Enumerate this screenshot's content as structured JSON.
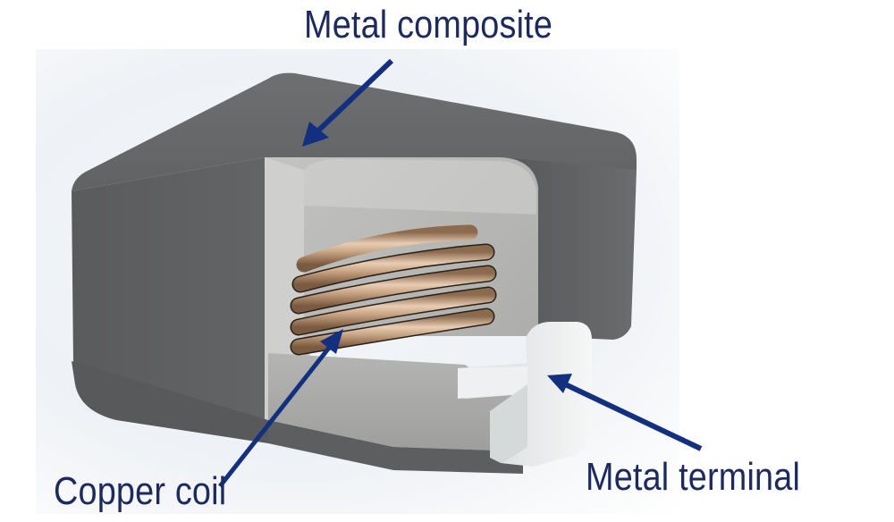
{
  "diagram": {
    "subject": "Molded metal composite power inductor (cutaway)",
    "labels": {
      "metal_composite": "Metal composite",
      "copper_coil": "Copper coil",
      "metal_terminal": "Metal terminal"
    },
    "colors": {
      "label_text": "#1c2a5e",
      "arrow": "#132f80",
      "body_dark": "#5d5e60",
      "body_top": "#6a6b6d",
      "cutaway_fill": "#b9bab7",
      "copper": "#c9a584",
      "terminal": "#eceeee"
    },
    "icons": [
      "arrow-to-body-icon",
      "arrow-to-coil-icon",
      "arrow-to-terminal-icon"
    ]
  }
}
